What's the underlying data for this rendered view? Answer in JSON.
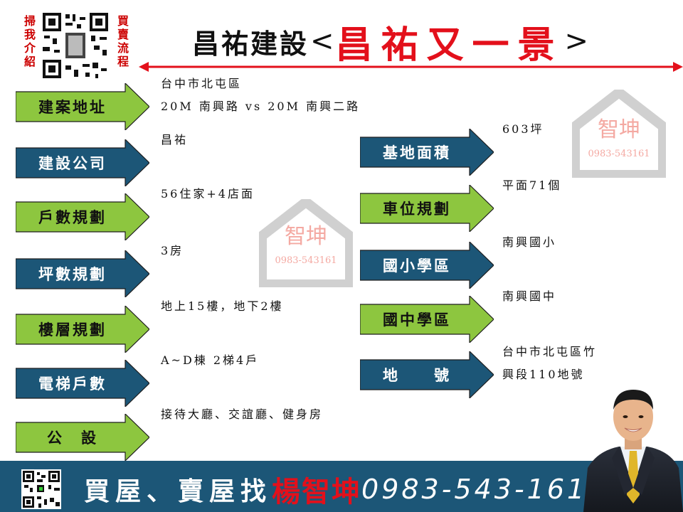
{
  "header": {
    "left_vertical": "掃我介紹",
    "right_vertical": "買賣流程",
    "builder": "昌祐建設",
    "bracket_open": "<",
    "project": "昌祐又一景",
    "bracket_close": ">"
  },
  "left_items": [
    {
      "label": "建案地址",
      "style": "green",
      "value_lines": [
        "台中市北屯區",
        "20M 南興路 vs 20M 南興二路"
      ]
    },
    {
      "label": "建設公司",
      "style": "blue",
      "value_lines": [
        "昌祐"
      ]
    },
    {
      "label": "戶數規劃",
      "style": "green",
      "value_lines": [
        "56住家+4店面"
      ]
    },
    {
      "label": "坪數規劃",
      "style": "blue",
      "value_lines": [
        "3房"
      ]
    },
    {
      "label": "樓層規劃",
      "style": "green",
      "value_lines": [
        "地上15樓，地下2樓"
      ]
    },
    {
      "label": "電梯戶數",
      "style": "blue",
      "value_lines": [
        "A~D棟 2梯4戶"
      ]
    },
    {
      "label": "公　設",
      "style": "green",
      "value_lines": [
        "接待大廳、交誼廳、健身房"
      ]
    }
  ],
  "right_items": [
    {
      "label": "基地面積",
      "style": "blue",
      "value_lines": [
        "603坪"
      ]
    },
    {
      "label": "車位規劃",
      "style": "green",
      "value_lines": [
        "平面71個"
      ]
    },
    {
      "label": "國小學區",
      "style": "blue",
      "value_lines": [
        "南興國小"
      ]
    },
    {
      "label": "國中學區",
      "style": "green",
      "value_lines": [
        "南興國中"
      ]
    },
    {
      "label": "地　　號",
      "style": "blue",
      "value_lines": [
        "台中市北屯區竹",
        "興段110地號"
      ]
    }
  ],
  "watermark": {
    "name": "智坤",
    "phone": "0983-543161"
  },
  "footer": {
    "slogan": "買屋、賣屋找",
    "agent_name": "楊智坤",
    "phone": "0983-543-161"
  },
  "colors": {
    "green": "#8dc63f",
    "blue": "#1c5677",
    "accent_red": "#e3101b"
  }
}
